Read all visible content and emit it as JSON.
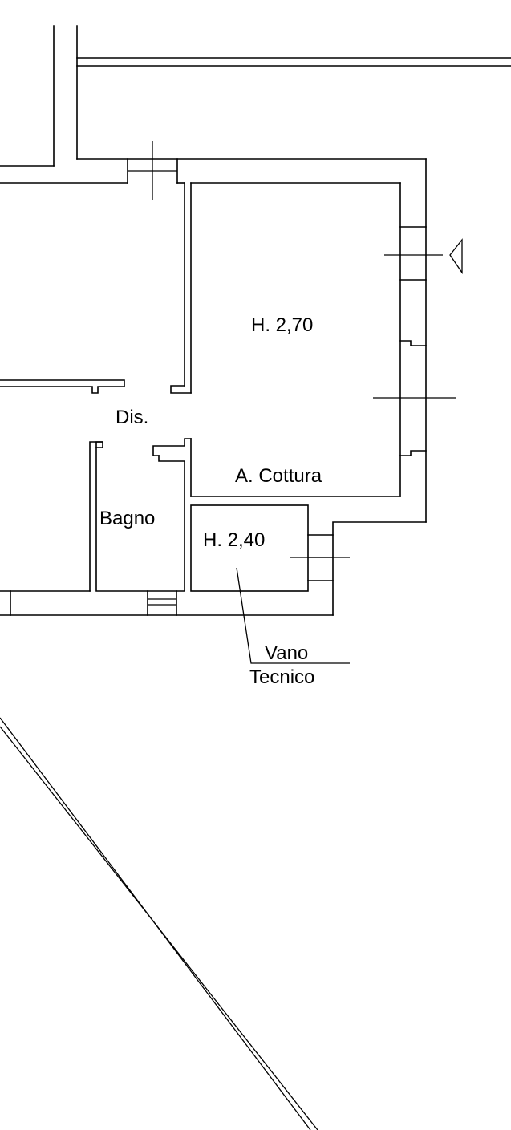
{
  "floor_plan": {
    "rooms": {
      "cucina_height": "H. 2,70",
      "disimpegno_label": "Dis.",
      "angolo_cottura_label": "A. Cottura",
      "bagno_label": "Bagno",
      "vano_tecnico_height": "H. 2,40",
      "vano_tecnico_label_line1": "Vano",
      "vano_tecnico_label_line2": "Tecnico"
    }
  }
}
